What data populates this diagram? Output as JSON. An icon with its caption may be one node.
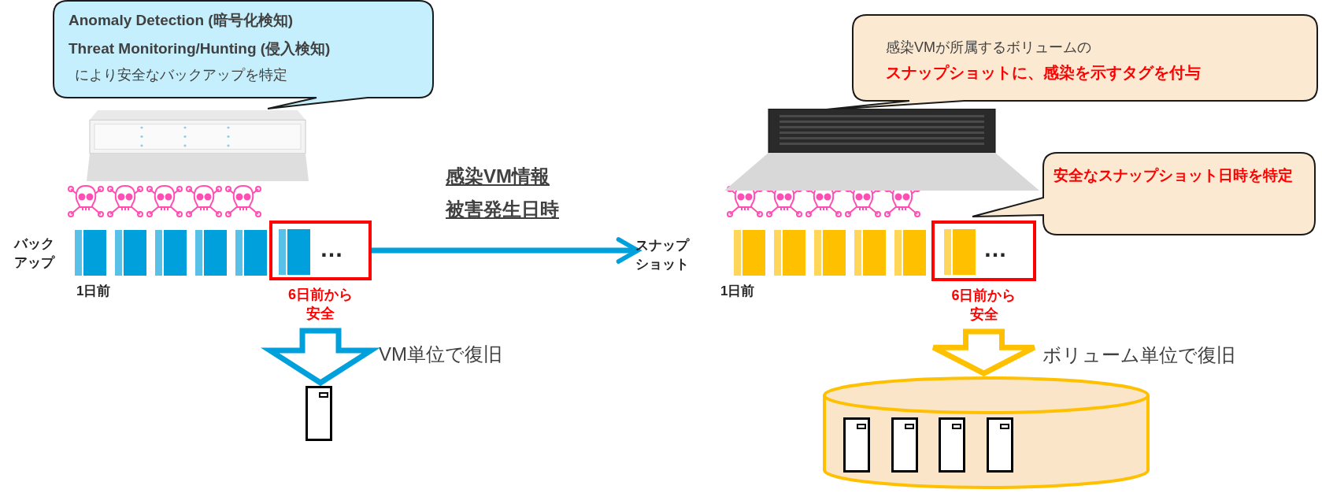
{
  "diagram": {
    "nodes": [
      {
        "text": [
          "Anomaly Detection (暗号化検知)",
          "Threat Monitoring/Hunting (侵入検知)",
          "により安全なバックアップを特定"
        ]
      },
      {
        "text": [],
        "shape": "picture"
      },
      {
        "text": [
          "バックアップ",
          "1日前"
        ]
      },
      {
        "text": [
          "…"
        ],
        "beside": [
          "6日前から安全"
        ]
      },
      {
        "text": [],
        "shape": "picture"
      },
      {
        "text": [
          "感染VMが所属するボリュームの",
          "スナップショットに、感染を示すタグを付与"
        ]
      },
      {
        "text": [],
        "shape": "picture"
      },
      {
        "text": [
          "スナップショット",
          "1日前"
        ]
      },
      {
        "text": [
          "…"
        ],
        "beside": [
          "6日前から安全"
        ]
      },
      {
        "text": [
          "安全なスナップショット日時を特定"
        ]
      },
      {
        "text": [],
        "shape": "cylinder"
      },
      {
        "text": [],
        "shape": "picture",
        "in": 10
      },
      {
        "text": [],
        "shape": "picture",
        "in": 10
      },
      {
        "text": [],
        "shape": "picture",
        "in": 10
      },
      {
        "text": [],
        "shape": "picture",
        "in": 10
      }
    ],
    "edges": [
      {
        "from": 3,
        "to": 7,
        "arrow": "to",
        "label": "感染VM情報",
        "color": "#00a0dc"
      },
      {
        "from": 3,
        "to": 4,
        "arrow": "to",
        "label": "VM単位で復旧",
        "style": "thick",
        "color": "#00a0dc"
      },
      {
        "from": 8,
        "to": 10,
        "arrow": "to",
        "label": "ボリューム単位で復旧",
        "style": "thick",
        "color": "#ffc000"
      }
    ],
    "labels": [
      "被害発生日時"
    ]
  }
}
